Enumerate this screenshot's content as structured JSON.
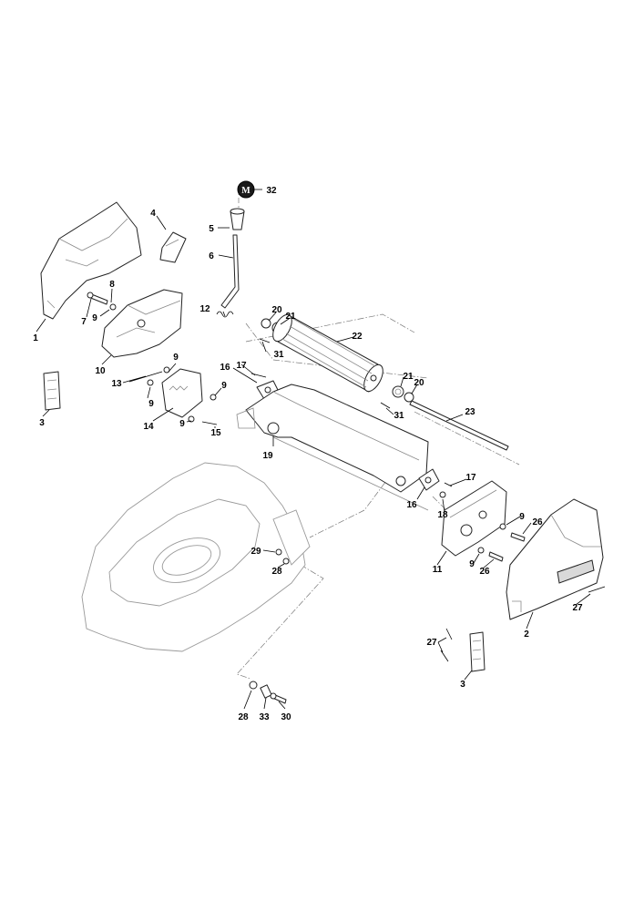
{
  "callouts": [
    "1",
    "2",
    "3",
    "3",
    "4",
    "5",
    "6",
    "7",
    "8",
    "9",
    "9",
    "9",
    "9",
    "9",
    "9",
    "9",
    "10",
    "11",
    "12",
    "13",
    "14",
    "15",
    "16",
    "16",
    "17",
    "17",
    "18",
    "19",
    "20",
    "20",
    "21",
    "21",
    "22",
    "23",
    "26",
    "26",
    "27",
    "27",
    "28",
    "28",
    "29",
    "30",
    "31",
    "31",
    "32",
    "33"
  ],
  "marker": "M"
}
